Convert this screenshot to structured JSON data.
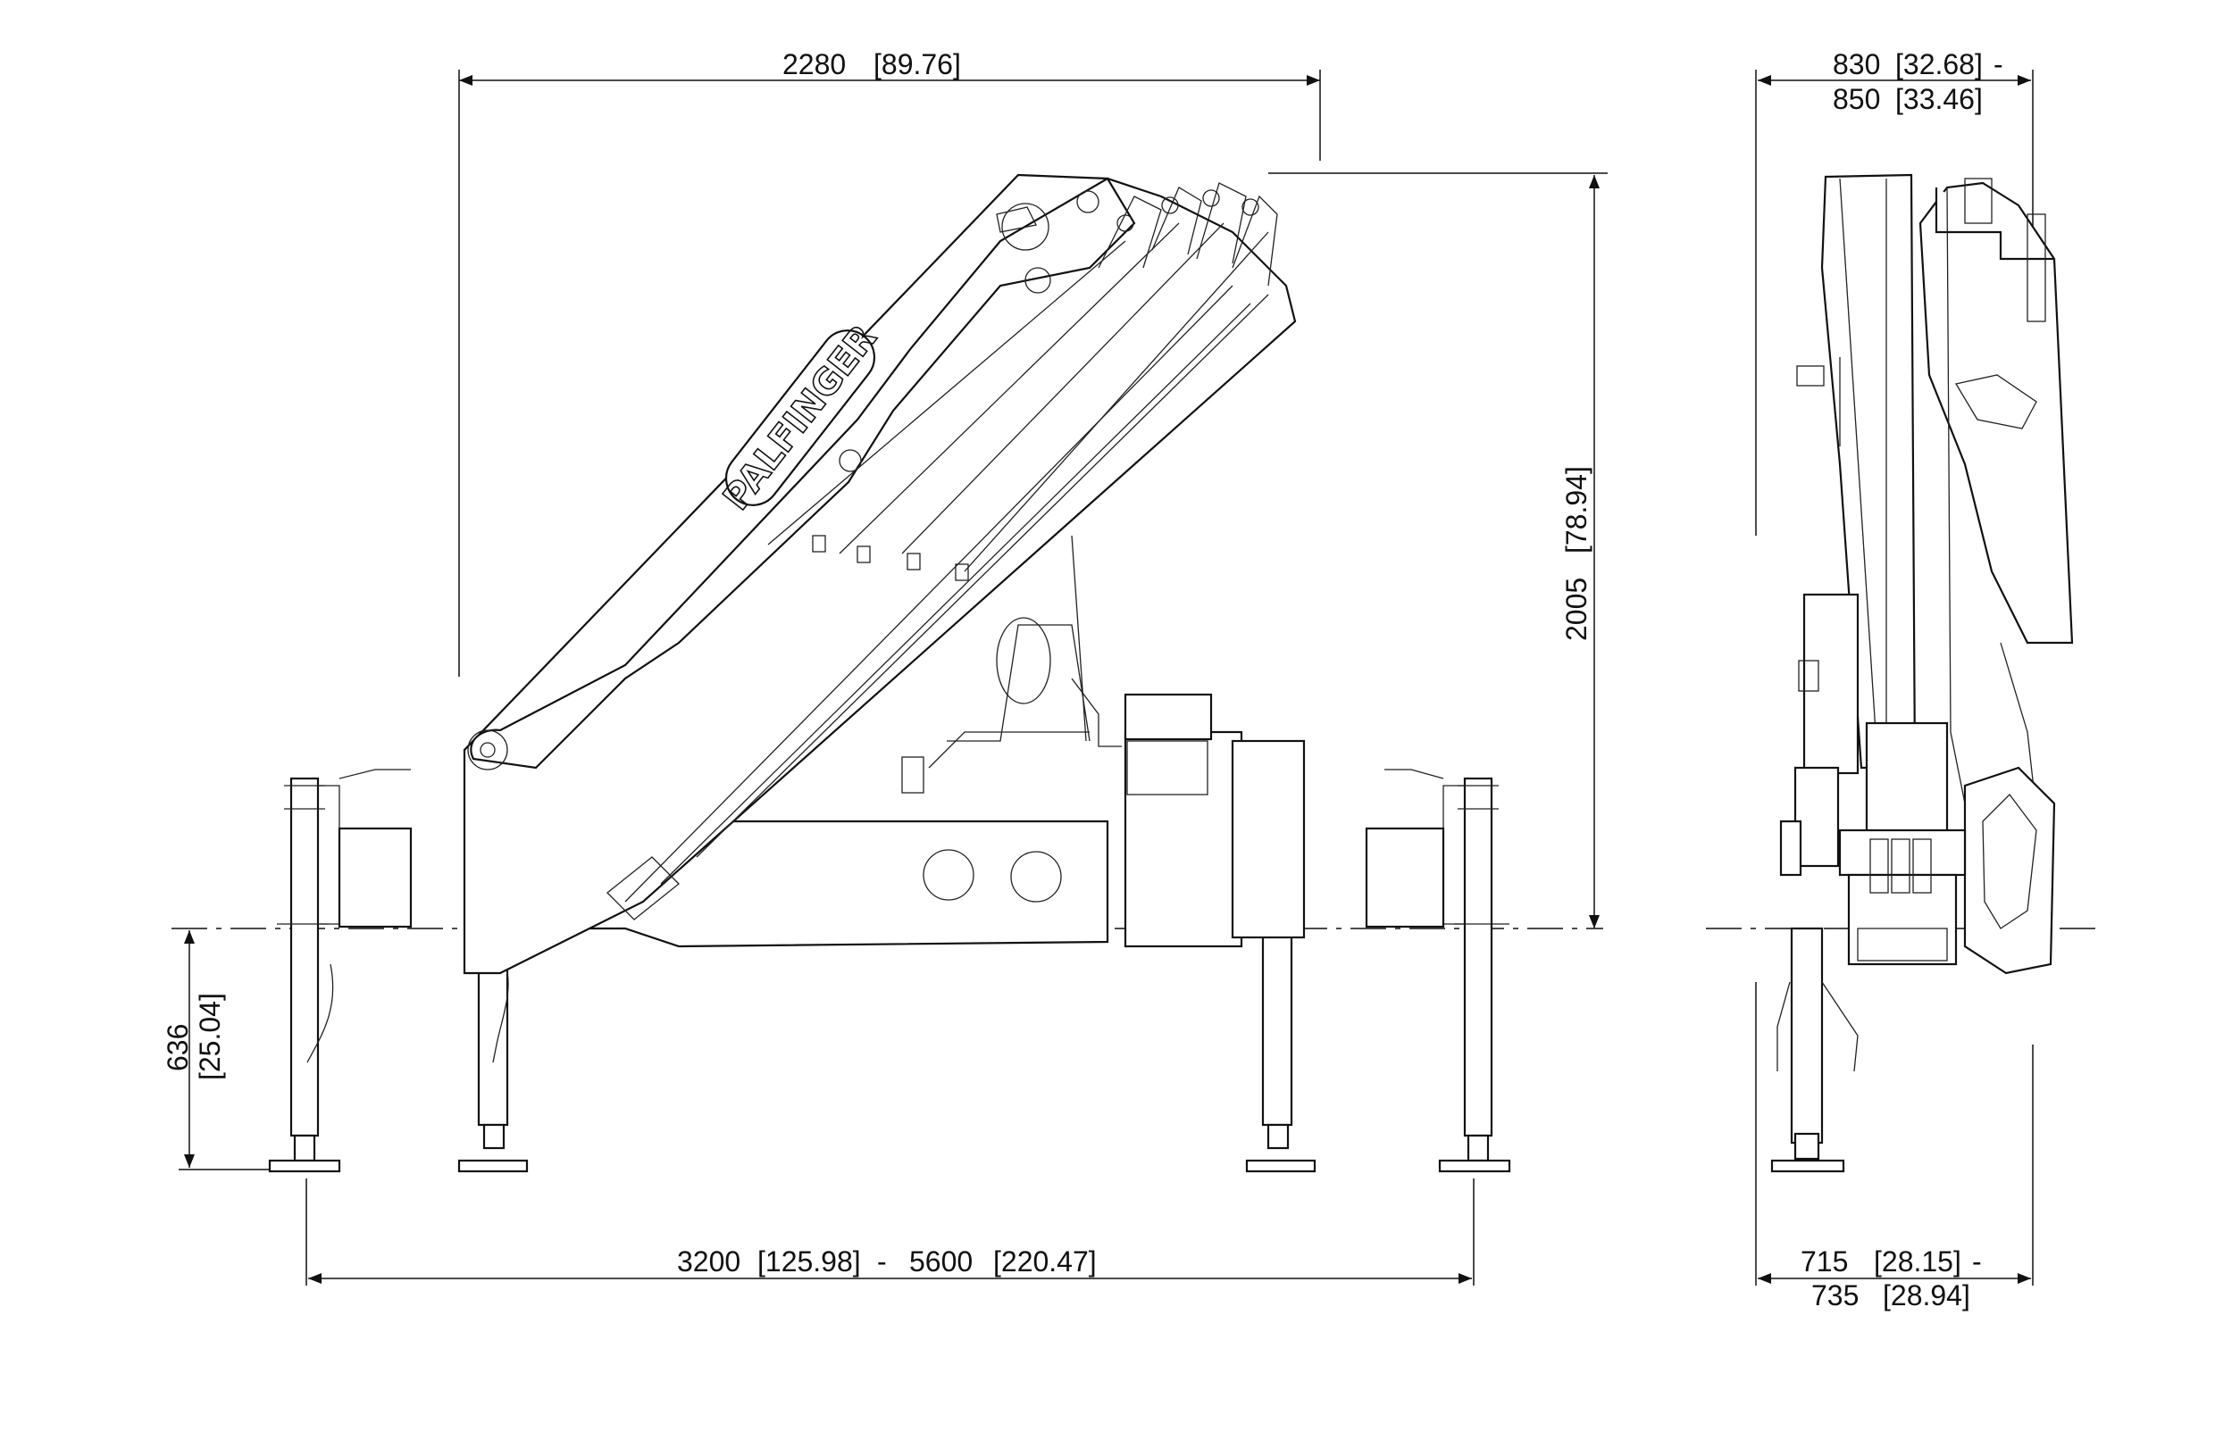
{
  "brand": {
    "logo_text": "PALFINGER"
  },
  "dimensions": {
    "overall_width": {
      "value": "2280",
      "imperial": "[89.76]"
    },
    "height": {
      "value": "2005",
      "imperial": "[78.94]"
    },
    "ground_clearance": {
      "value": "636",
      "imperial": "[25.04]"
    },
    "outrigger_span": {
      "min": "3200",
      "min_imperial": "[125.98]",
      "separator": "-",
      "max": "5600",
      "max_imperial": "[220.47]"
    },
    "side_width_top": {
      "min": "830",
      "min_imperial": "[32.68]",
      "separator": "-",
      "max": "850",
      "max_imperial": "[33.46]"
    },
    "side_width_bottom": {
      "min": "715",
      "min_imperial": "[28.15]",
      "separator": "-",
      "max": "735",
      "max_imperial": "[28.94]"
    }
  }
}
